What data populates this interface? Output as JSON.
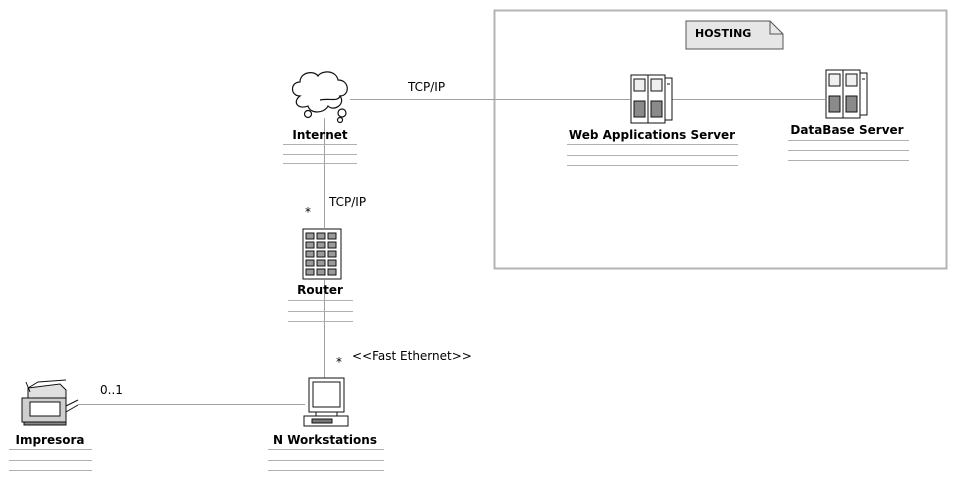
{
  "package": {
    "name": "HOSTING"
  },
  "nodes": {
    "internet": {
      "label": "Internet"
    },
    "web_server": {
      "label": "Web Applications Server"
    },
    "db_server": {
      "label": "DataBase Server"
    },
    "router": {
      "label": "Router"
    },
    "workstations": {
      "label": "N Workstations"
    },
    "printer": {
      "label": "Impresora"
    }
  },
  "connections": {
    "internet_web": {
      "label": "TCP/IP"
    },
    "internet_router": {
      "label": "TCP/IP",
      "multiplicity": "*"
    },
    "router_workstations": {
      "label": "<<Fast Ethernet>>",
      "multiplicity": "*"
    },
    "printer_workstations": {
      "multiplicity": "0..1"
    }
  }
}
